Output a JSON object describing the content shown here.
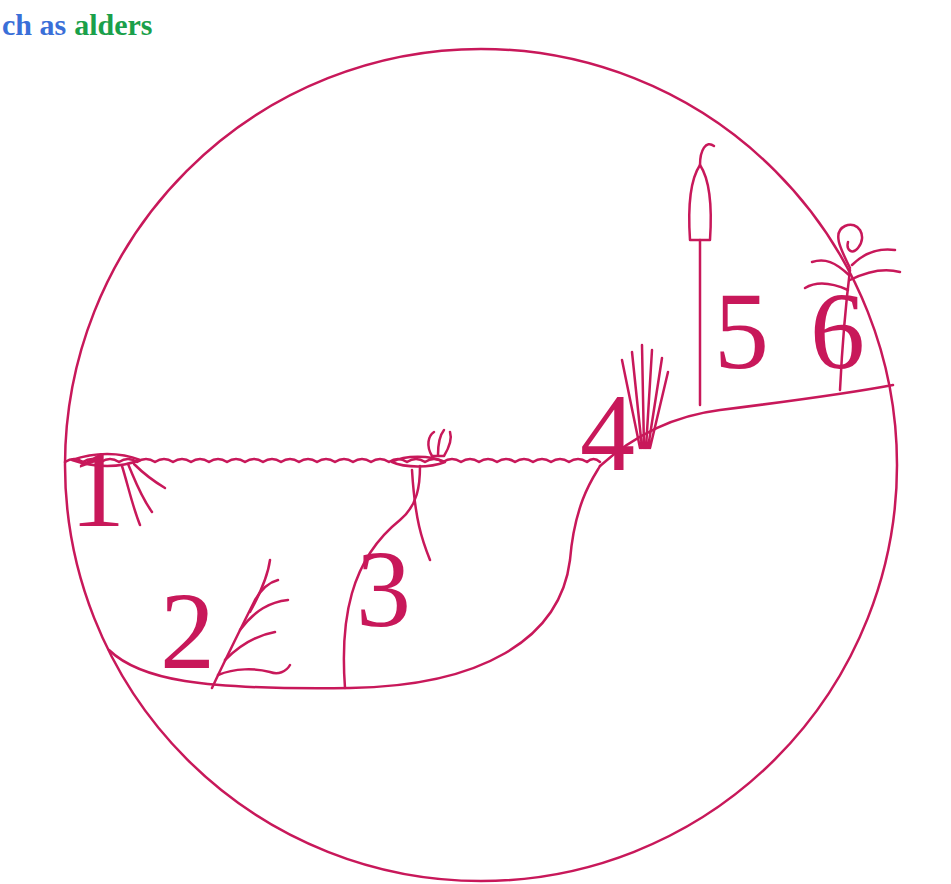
{
  "diagram": {
    "labels": [
      "ch as",
      "alders",
      "1",
      "2",
      "3",
      "4",
      "5",
      "6"
    ]
  }
}
